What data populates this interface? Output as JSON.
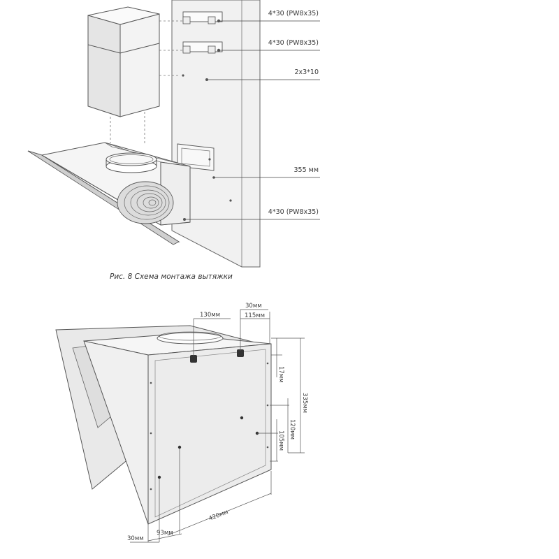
{
  "figure1": {
    "labels": {
      "screw_top": "4*30 (PW8x35)",
      "screw_second": "4*30 (PW8x35)",
      "screw_small": "2x3*10",
      "distance": "355 мм",
      "screw_bottom": "4*30 (PW8x35)"
    },
    "caption": "Рис. 8 Схема монтажа вытяжки"
  },
  "figure2": {
    "dimensions": {
      "d_130": "130мм",
      "d_30_top": "30мм",
      "d_115": "115мм",
      "d_17": "17мм",
      "d_335": "335мм",
      "d_120": "120мм",
      "d_105": "105мм",
      "d_420": "420мм",
      "d_93": "93мм",
      "d_30_bottom": "30мм"
    }
  },
  "colors": {
    "panel_light": "#f4f4f4",
    "panel_mid": "#e6e6e6",
    "panel_dark": "#d8d8d8",
    "line": "#555555"
  }
}
